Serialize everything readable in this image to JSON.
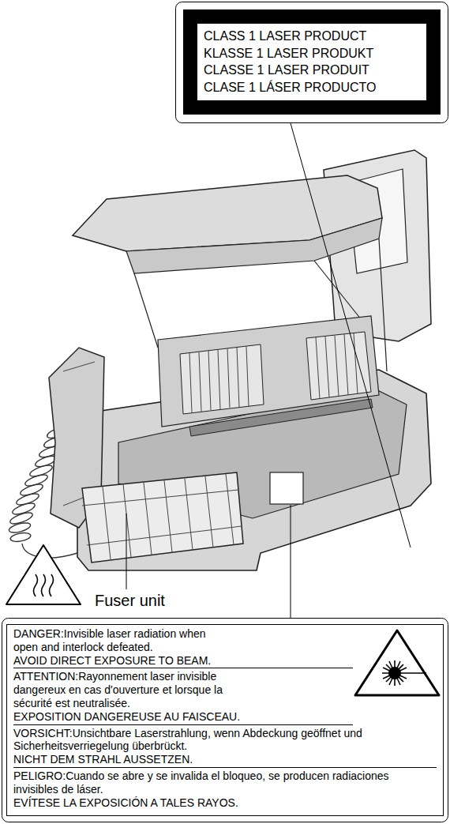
{
  "diagram": {
    "nodes": [
      {
        "text": [
          "CLASS 1 LASER PRODUCT",
          "KLASSE 1 LASER PRODUKT",
          "CLASSE 1 LASER PRODUIT",
          "CLASE 1 LÁSER PRODUCTO"
        ]
      },
      {
        "text": [
          "DANGER:Invisible laser radiation when open and interlock defeated.",
          "AVOID DIRECT EXPOSURE TO BEAM.",
          "ATTENTION:Rayonnement laser invisible dangereux en cas d'ouverture et lorsque la sécurité est neutralisée.",
          "EXPOSITION DANGEREUSE AU FAISCEAU.",
          "VORSICHT:Unsichtbare Laserstrahlung, wenn Abdeckung geöffnet und Sicherheitsverriegelung überbrückt.",
          "NICHT DEM STRAHL AUSSETZEN.",
          "PELIGRO:Cuando se abre y se invalida el bloqueo, se producen radiaciones invisibles de láser.",
          "EVÍTESE LA EXPOSICIÓN A TALES RAYOS."
        ]
      }
    ],
    "labels": [
      "Fuser unit"
    ]
  }
}
